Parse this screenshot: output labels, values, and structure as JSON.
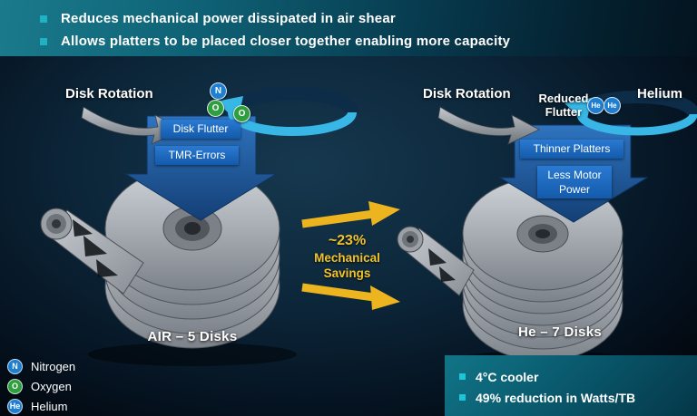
{
  "header": {
    "bullets": [
      "Reduces mechanical power dissipated in air shear",
      "Allows platters to be placed closer together enabling more capacity"
    ]
  },
  "left_drive": {
    "rotation_label": "Disk Rotation",
    "callout_1": "Disk Flutter",
    "callout_2": "TMR-Errors",
    "disk_label": "AIR – 5 Disks",
    "molecules": [
      "N",
      "O",
      "O"
    ]
  },
  "right_drive": {
    "rotation_label": "Disk Rotation",
    "flutter_note": "Reduced Flutter",
    "gas_label": "Helium",
    "callout_1": "Thinner Platters",
    "callout_2": "Less Motor Power",
    "disk_label": "He – 7 Disks",
    "molecules": [
      "He",
      "He"
    ]
  },
  "savings": {
    "line1": "~23%",
    "line2": "Mechanical",
    "line3": "Savings"
  },
  "legend": {
    "items": [
      {
        "symbol": "N",
        "label": "Nitrogen",
        "color": "#1e7fd0"
      },
      {
        "symbol": "O",
        "label": "Oxygen",
        "color": "#2f9e3f"
      },
      {
        "symbol": "He",
        "label": "Helium",
        "color": "#1e7fd0"
      }
    ]
  },
  "results": {
    "bullets": [
      "4°C cooler",
      "49% reduction in Watts/TB"
    ]
  },
  "colors": {
    "accent_teal": "#1fb2c4",
    "results_bullet_teal": "#1fc4d6",
    "callout_blue": "#1a6cc8",
    "impact_arrow_blue": "#1f5e9e",
    "savings_gold": "#f2c32b",
    "nitrogen_blue": "#1e7fd0",
    "oxygen_green": "#2f9e3f",
    "helium_blue": "#1e7fd0",
    "ribbon_cyan": "#38b7e7"
  }
}
